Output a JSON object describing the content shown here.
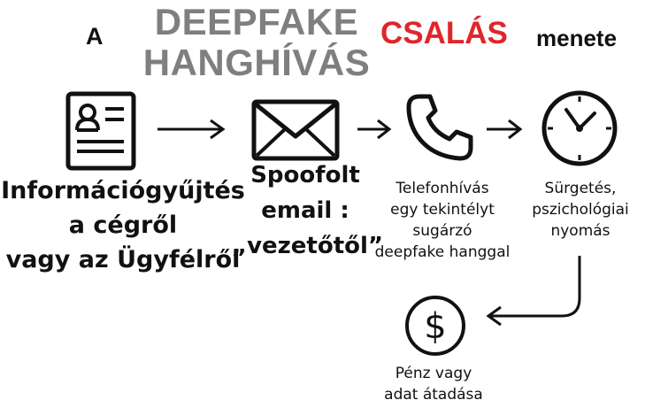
{
  "title": {
    "prefix": "A",
    "highlight_line1": "DEEPFAKE",
    "highlight_line2": "HANGHÍVÁS",
    "scam": "CSALÁS",
    "suffix": "menete"
  },
  "colors": {
    "highlight_gray": "#7f7f7f",
    "scam_red": "#e0262b",
    "ink": "#111111"
  },
  "steps": [
    {
      "icon": "id-card-icon",
      "lines": [
        "Információgyűjtés",
        "a cégről",
        "vagy az Ügyfélről"
      ]
    },
    {
      "icon": "envelope-icon",
      "lines": [
        "Spoofolt",
        "email :",
        "„vezetőtől”"
      ]
    },
    {
      "icon": "phone-icon",
      "lines": [
        "Telefonhívás",
        "egy tekintélyt",
        "sugárzó",
        "deepfake hanggal"
      ]
    },
    {
      "icon": "clock-icon",
      "lines": [
        "Sürgetés,",
        "pszichológiai",
        "nyomás"
      ]
    },
    {
      "icon": "dollar-coin-icon",
      "lines": [
        "Pénz vagy",
        "adat átadása"
      ]
    }
  ]
}
